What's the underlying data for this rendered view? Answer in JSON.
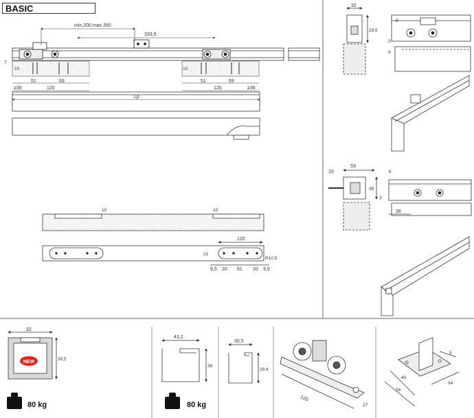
{
  "title": "BASIC",
  "badge_new": "NEW",
  "weights": [
    "80 kg",
    "80 kg"
  ],
  "icons": {
    "weight": "weight-icon",
    "new_badge": "new-badge"
  },
  "colors": {
    "badge": "#e1251b",
    "ink": "#333333",
    "hatch": "#bbbbbb"
  },
  "dims": {
    "top_range": "min.200  max.350",
    "top_333": "333,5",
    "seven": "7",
    "ten_left": "10",
    "ten_right": "10",
    "d51_l": "51",
    "d69_l": "69",
    "d51_r": "51",
    "d69_r": "69",
    "ge36_l": "≥36",
    "d120_l": "120",
    "d120_r": "120",
    "ge36_r": "≥36",
    "lp": "Lp",
    "side_32": "32",
    "side_29_5": "29,5",
    "side_3": "3",
    "side_8": "8",
    "side_9": "9",
    "m_10": "10",
    "m_53": "53",
    "m_39": "39",
    "m_8": "8",
    "m_3": "3",
    "m_36": "36",
    "strip_10a": "10",
    "strip_10b": "10",
    "plate_120": "120",
    "plate_21": "21",
    "plate_r": "R10,5",
    "plate_9_5a": "9,5",
    "plate_20a": "20",
    "plate_61": "61",
    "plate_20b": "20",
    "plate_9_5b": "9,5",
    "prof_32": "32",
    "prof_29_5": "29,5",
    "p2_43": "43,2",
    "p2_36": "36",
    "p3_30": "30,5",
    "p3_29": "29,4",
    "trolley_120": "120",
    "trolley_27": "27",
    "guide_5": "5",
    "guide_40": "40",
    "guide_58": "58",
    "guide_34": "34"
  }
}
